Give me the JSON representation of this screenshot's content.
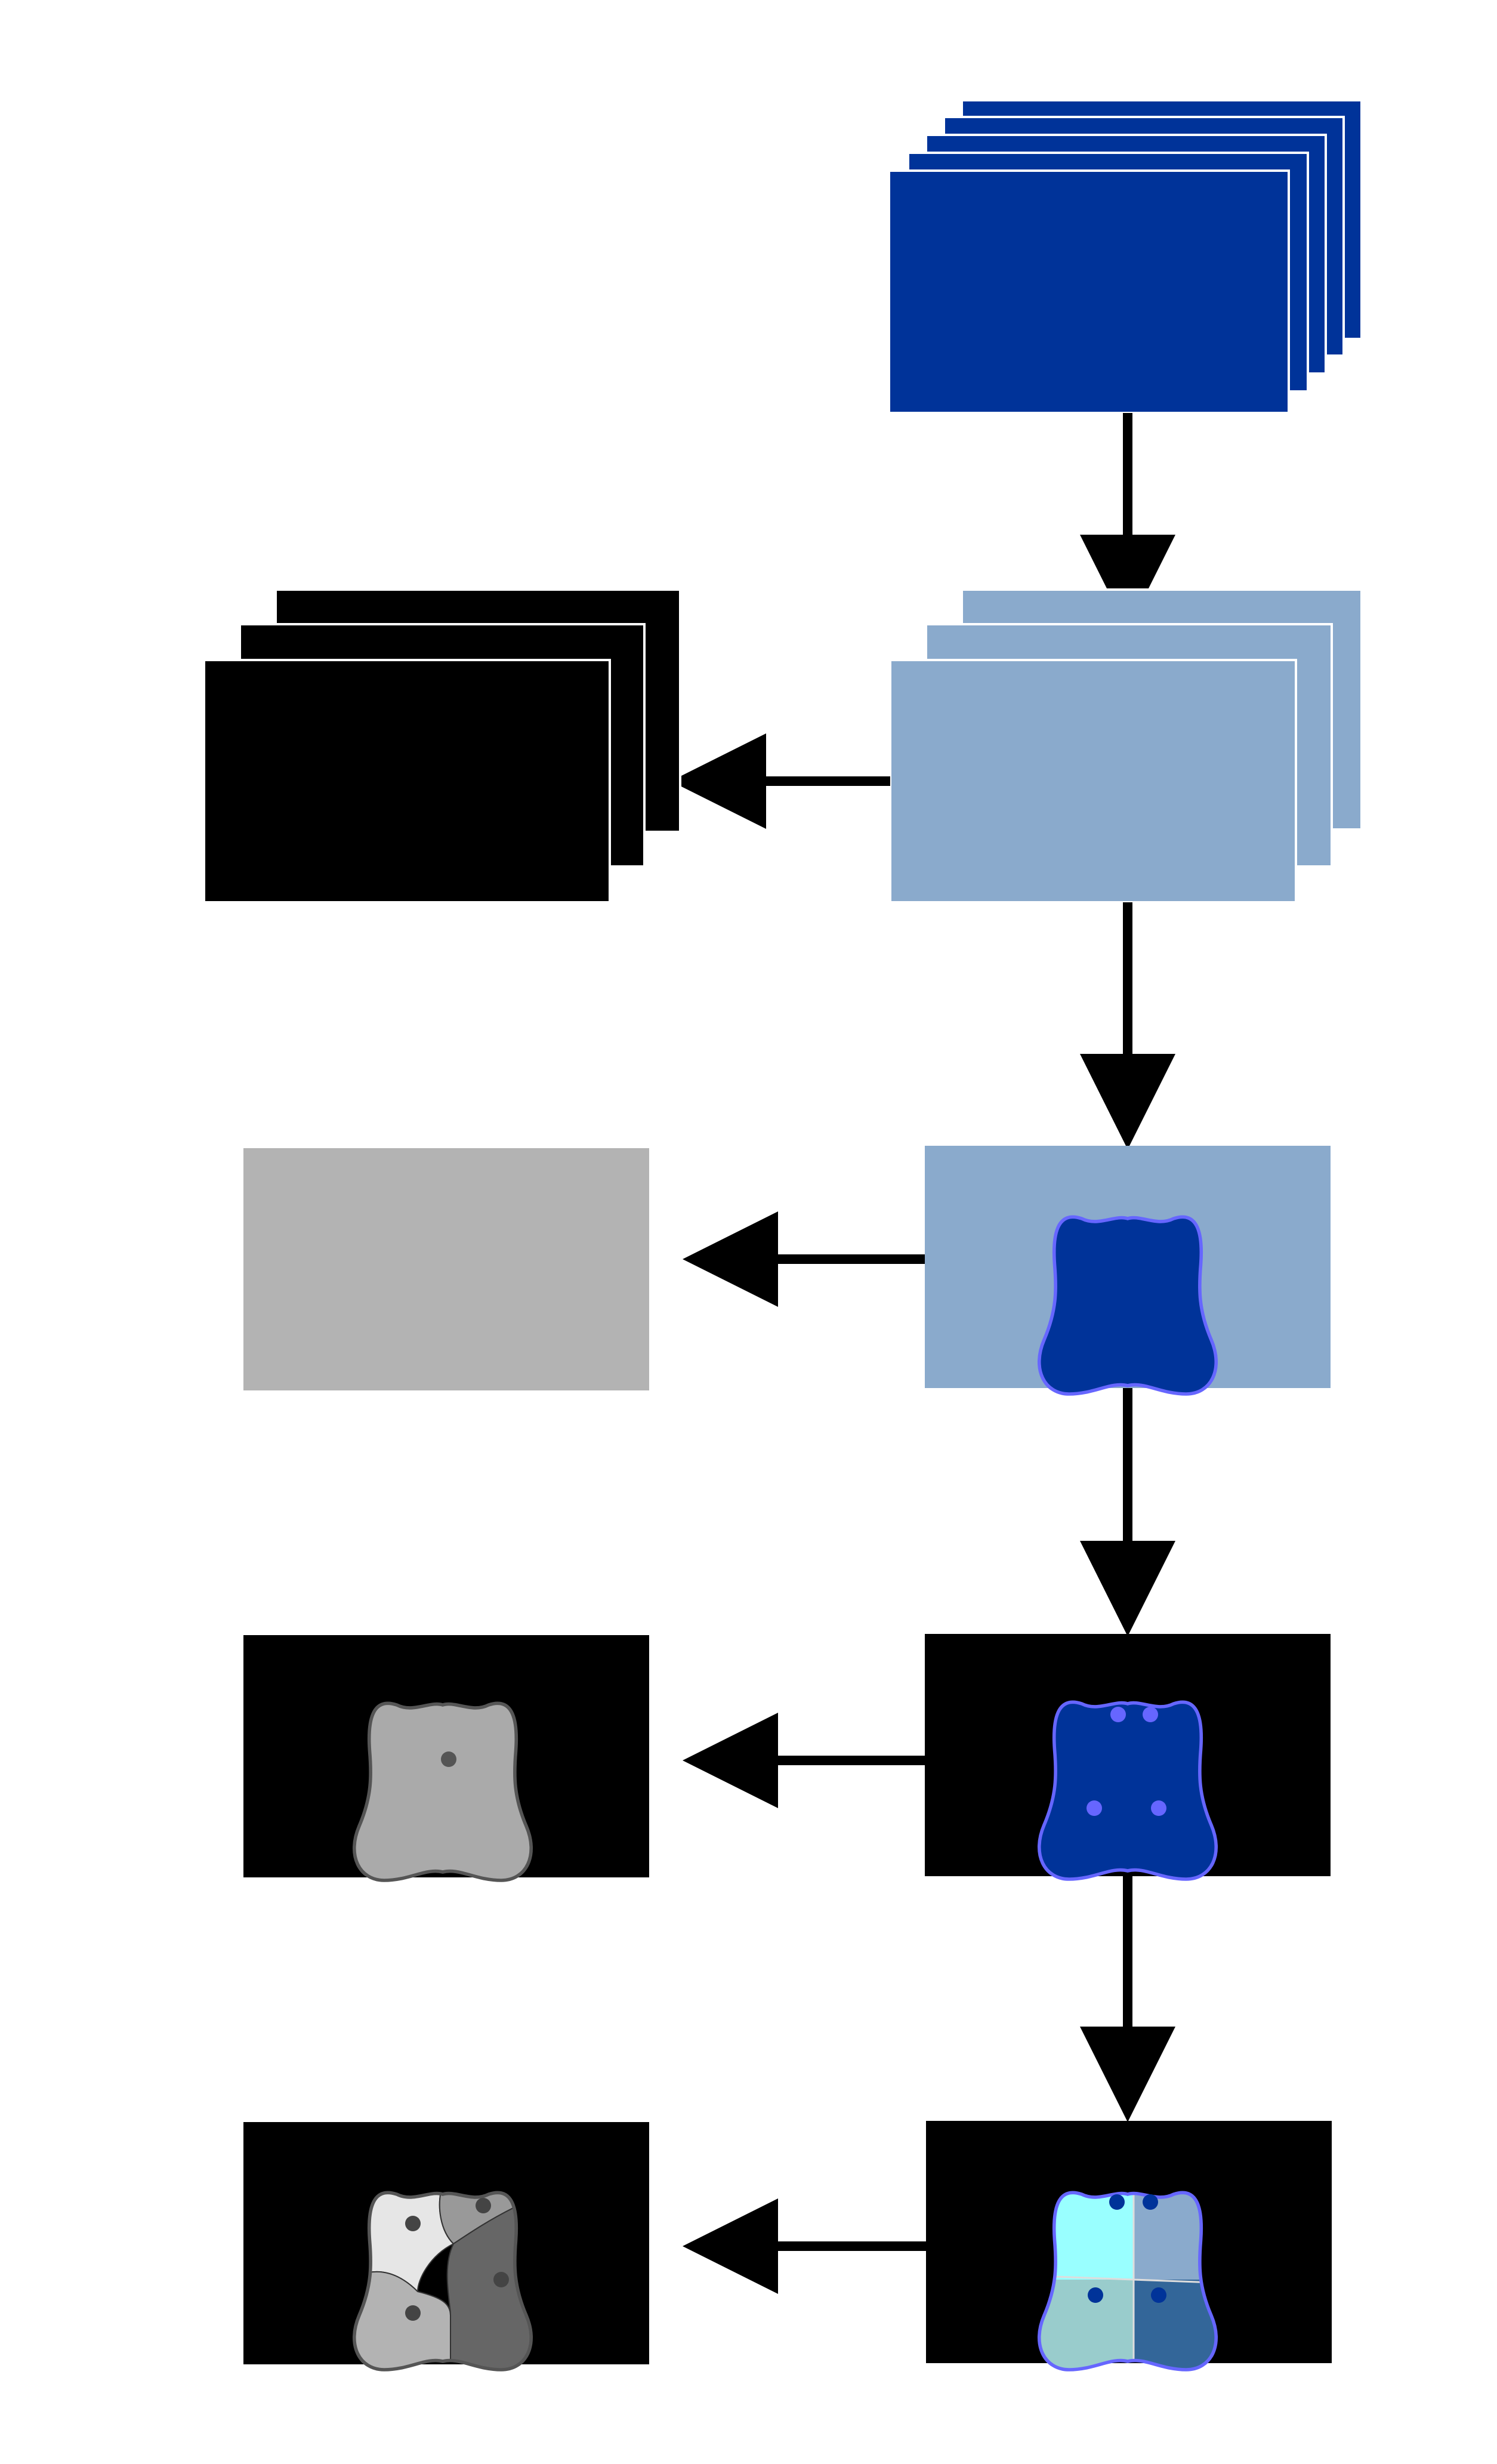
{
  "diagram": {
    "description_text": [],
    "colors": {
      "background": "#ffffff",
      "dark_blue": "#003399",
      "light_blue": "#8aaacc",
      "black": "#000000",
      "gray_panel": "#b3b3b3",
      "cell_outline_blue": "#6666ff",
      "gray_cell": "#aaaaaa",
      "gray_outline": "#555555",
      "light_gray": "#e6e6e6",
      "mid_gray": "#b3b3b3",
      "darker_gray": "#999999",
      "dark_gray": "#666666",
      "cyan": "#99ffff",
      "teal": "#99cccc",
      "slate_blue": "#336699",
      "arrow": "#000000"
    },
    "stages": [
      {
        "name": "input-image-stack",
        "stack_count": 5,
        "fill": "dark_blue"
      },
      {
        "name": "processed-image-stack",
        "stack_count": 3,
        "fill": "light_blue",
        "side_output": "black-image-stack"
      },
      {
        "name": "segmented-cell",
        "fill": "light_blue",
        "side_output": "gray-blank-panel"
      },
      {
        "name": "cell-with-4-seeds",
        "fill": "black",
        "seed_count": 4,
        "side_output": "gray-cell-with-centroid"
      },
      {
        "name": "partitioned-cell",
        "fill": "black",
        "region_count": 4,
        "side_output": "gray-partitioned-cell"
      }
    ]
  }
}
